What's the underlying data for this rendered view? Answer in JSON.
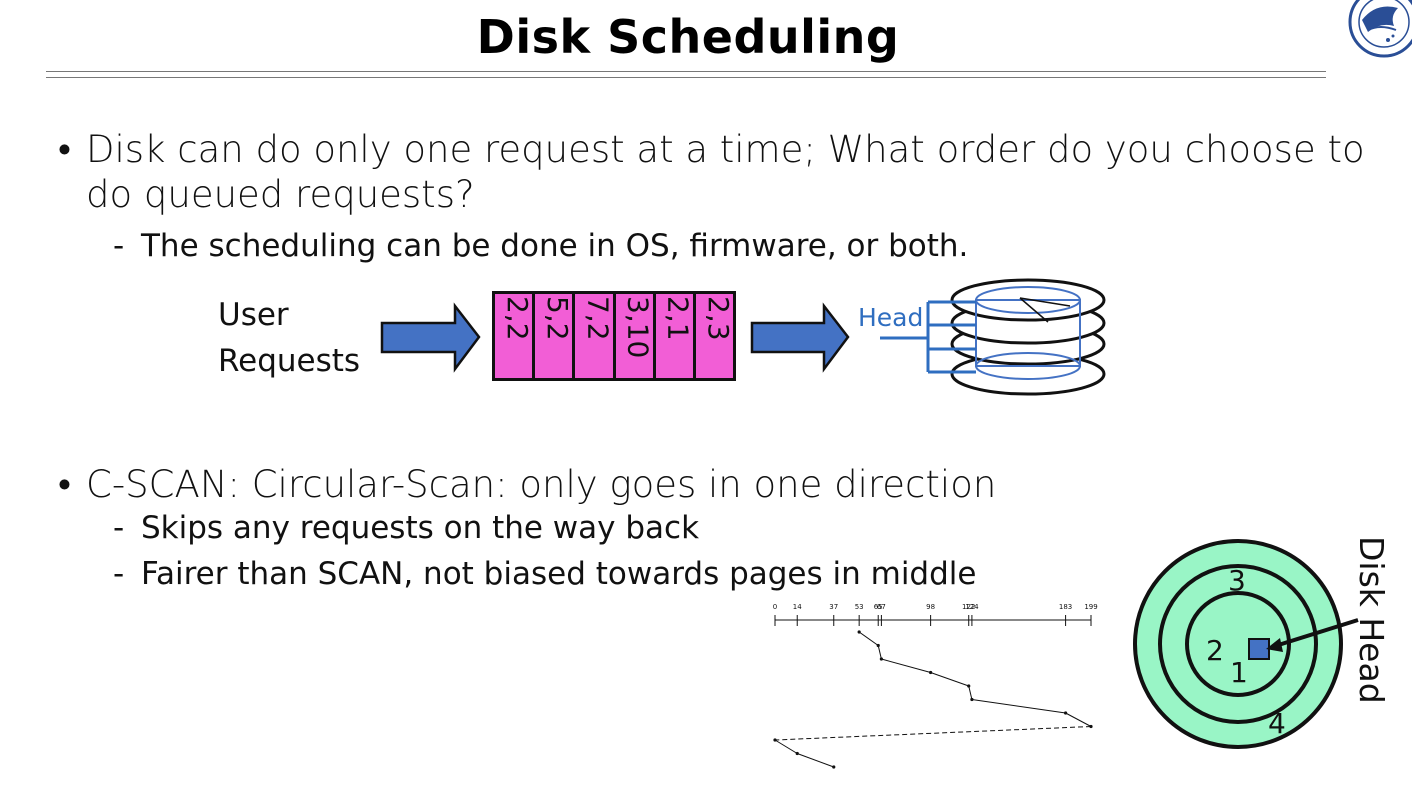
{
  "slide": {
    "title": "Disk Scheduling"
  },
  "bullets": [
    {
      "text_line1": "Disk can do only one request at a time; What order do you choose to",
      "text_line2": "do queued requests?",
      "subs": [
        "The scheduling can be done in OS, firmware, or both."
      ]
    },
    {
      "text_line1": "C-SCAN: Circular-Scan: only goes in one direction",
      "subs": [
        "Skips any requests on the way back",
        "Fairer than SCAN, not biased towards pages in middle"
      ]
    }
  ],
  "queue_diagram": {
    "user_label_line1": "User",
    "user_label_line2": "Requests",
    "queue_items": [
      "2,2",
      "5,2",
      "7,2",
      "3,10",
      "2,1",
      "2,3"
    ],
    "head_label": "Head",
    "colors": {
      "queue_fill": "#f25ed6",
      "arrow_fill": "#4472c4",
      "head_blue": "#2f6ec0"
    }
  },
  "cscan_graph": {
    "ticks": [
      "0",
      "14",
      "37",
      "53",
      "65",
      "67",
      "98",
      "122",
      "124",
      "183",
      "199"
    ],
    "path_sequence": [
      53,
      65,
      67,
      98,
      122,
      124,
      183,
      199,
      0,
      14,
      37
    ]
  },
  "disk_figure": {
    "ring_labels": [
      "3",
      "2",
      "1",
      "4"
    ],
    "disk_head_label": "Disk Head",
    "colors": {
      "ring_fill": "#99f5c6",
      "head_square": "#4472c4"
    }
  }
}
